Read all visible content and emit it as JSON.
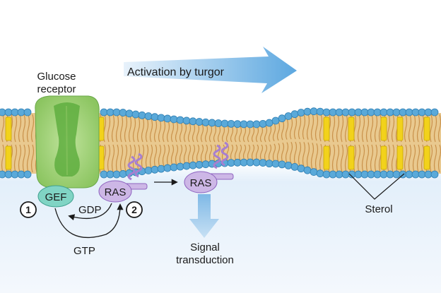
{
  "labels": {
    "receptor_line1": "Glucose",
    "receptor_line2": "receptor",
    "activation": "Activation by turgor",
    "gef": "GEF",
    "ras_left": "RAS",
    "ras_right": "RAS",
    "gdp": "GDP",
    "gtp": "GTP",
    "step1": "1",
    "step2": "2",
    "signal_line1": "Signal",
    "signal_line2": "transduction",
    "sterol": "Sterol"
  },
  "colors": {
    "lipid_head": "#5aa9d9",
    "lipid_head_edge": "#2f7fb3",
    "lipid_tail": "#c9914a",
    "sterol": "#f2d21b",
    "receptor": "#9fd27a",
    "receptor_core": "#5fae3f",
    "gef": "#7fd3c4",
    "ras": "#cdb7e6",
    "ras_anchor": "#a77fd0",
    "arrow_blue": "#7fb9e6"
  }
}
